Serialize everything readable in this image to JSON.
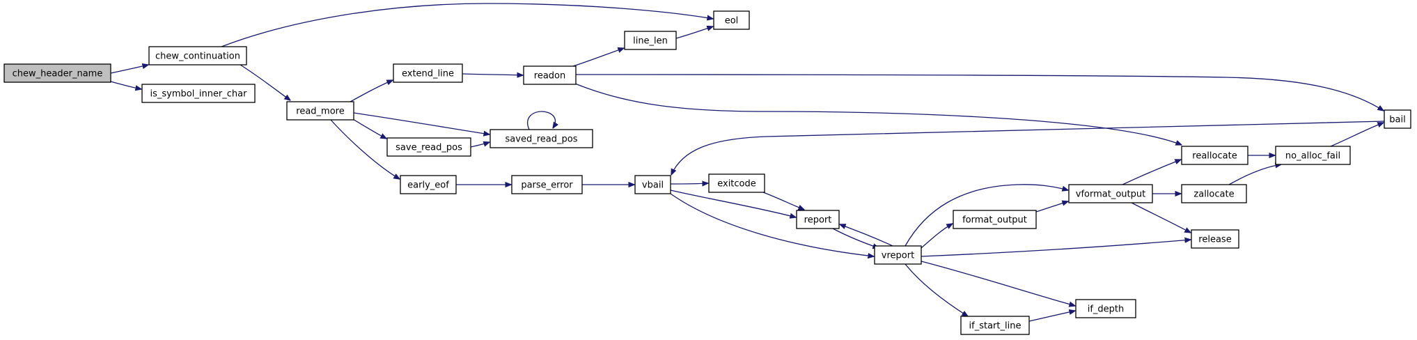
{
  "graph": {
    "root": "chew_header_name",
    "colors": {
      "edge": "#191970",
      "node_border": "#000000",
      "node_fill": "#ffffff",
      "root_fill": "#bfbfbf"
    },
    "nodes": [
      {
        "id": "chew_header_name",
        "label": "chew_header_name",
        "root": true
      },
      {
        "id": "chew_continuation",
        "label": "chew_continuation"
      },
      {
        "id": "is_symbol_inner_char",
        "label": "is_symbol_inner_char"
      },
      {
        "id": "eol",
        "label": "eol"
      },
      {
        "id": "read_more",
        "label": "read_more"
      },
      {
        "id": "extend_line",
        "label": "extend_line"
      },
      {
        "id": "save_read_pos",
        "label": "save_read_pos"
      },
      {
        "id": "saved_read_pos",
        "label": "saved_read_pos"
      },
      {
        "id": "early_eof",
        "label": "early_eof"
      },
      {
        "id": "readon",
        "label": "readon"
      },
      {
        "id": "line_len",
        "label": "line_len"
      },
      {
        "id": "parse_error",
        "label": "parse_error"
      },
      {
        "id": "vbail",
        "label": "vbail"
      },
      {
        "id": "exitcode",
        "label": "exitcode"
      },
      {
        "id": "report",
        "label": "report"
      },
      {
        "id": "vreport",
        "label": "vreport"
      },
      {
        "id": "format_output",
        "label": "format_output"
      },
      {
        "id": "if_start_line",
        "label": "if_start_line"
      },
      {
        "id": "vformat_output",
        "label": "vformat_output"
      },
      {
        "id": "reallocate",
        "label": "reallocate"
      },
      {
        "id": "zallocate",
        "label": "zallocate"
      },
      {
        "id": "release",
        "label": "release"
      },
      {
        "id": "if_depth",
        "label": "if_depth"
      },
      {
        "id": "no_alloc_fail",
        "label": "no_alloc_fail"
      },
      {
        "id": "bail",
        "label": "bail"
      }
    ],
    "edges": [
      {
        "from": "chew_header_name",
        "to": "chew_continuation"
      },
      {
        "from": "chew_header_name",
        "to": "is_symbol_inner_char"
      },
      {
        "from": "chew_continuation",
        "to": "eol"
      },
      {
        "from": "chew_continuation",
        "to": "read_more"
      },
      {
        "from": "read_more",
        "to": "extend_line"
      },
      {
        "from": "read_more",
        "to": "saved_read_pos"
      },
      {
        "from": "read_more",
        "to": "save_read_pos"
      },
      {
        "from": "read_more",
        "to": "early_eof"
      },
      {
        "from": "extend_line",
        "to": "readon"
      },
      {
        "from": "readon",
        "to": "line_len"
      },
      {
        "from": "readon",
        "to": "bail"
      },
      {
        "from": "readon",
        "to": "reallocate"
      },
      {
        "from": "line_len",
        "to": "eol"
      },
      {
        "from": "save_read_pos",
        "to": "saved_read_pos"
      },
      {
        "from": "saved_read_pos",
        "to": "saved_read_pos"
      },
      {
        "from": "early_eof",
        "to": "parse_error"
      },
      {
        "from": "parse_error",
        "to": "vbail"
      },
      {
        "from": "vbail",
        "to": "exitcode"
      },
      {
        "from": "vbail",
        "to": "report"
      },
      {
        "from": "vbail",
        "to": "vreport"
      },
      {
        "from": "exitcode",
        "to": "report"
      },
      {
        "from": "report",
        "to": "vreport"
      },
      {
        "from": "vreport",
        "to": "report"
      },
      {
        "from": "vreport",
        "to": "format_output"
      },
      {
        "from": "vreport",
        "to": "vformat_output"
      },
      {
        "from": "vreport",
        "to": "release"
      },
      {
        "from": "vreport",
        "to": "if_depth"
      },
      {
        "from": "vreport",
        "to": "if_start_line"
      },
      {
        "from": "format_output",
        "to": "vformat_output"
      },
      {
        "from": "if_start_line",
        "to": "if_depth"
      },
      {
        "from": "vformat_output",
        "to": "reallocate"
      },
      {
        "from": "vformat_output",
        "to": "zallocate"
      },
      {
        "from": "vformat_output",
        "to": "release"
      },
      {
        "from": "reallocate",
        "to": "no_alloc_fail"
      },
      {
        "from": "zallocate",
        "to": "no_alloc_fail"
      },
      {
        "from": "no_alloc_fail",
        "to": "bail"
      },
      {
        "from": "bail",
        "to": "vbail"
      }
    ]
  }
}
